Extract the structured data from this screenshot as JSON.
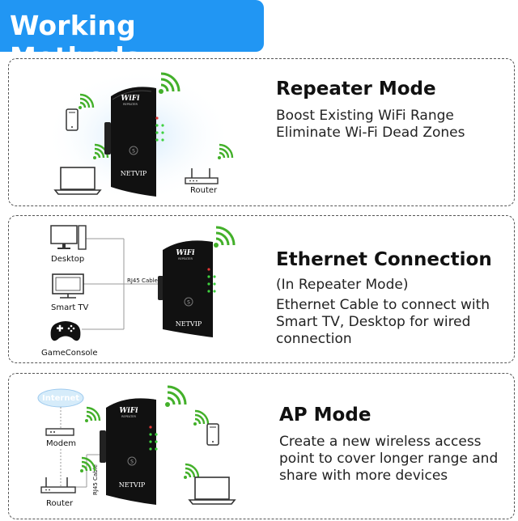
{
  "header": {
    "title": "Working Methods"
  },
  "sections": [
    {
      "title": "Repeater Mode",
      "lines": [
        "Boost Existing WiFi Range",
        "Eliminate Wi-Fi Dead Zones"
      ],
      "device_labels": {
        "router": "Router"
      }
    },
    {
      "title": "Ethernet Connection",
      "lines": [
        "(In Repeater Mode)",
        "Ethernet Cable to connect with",
        "Smart TV, Desktop for wired",
        "connection"
      ],
      "device_labels": {
        "desktop": "Desktop",
        "smart_tv": "Smart TV",
        "game_console": "GameConsole",
        "cable": "RJ45 Cable"
      }
    },
    {
      "title": "AP Mode",
      "lines": [
        "Create a new wireless access",
        "point to cover longer range and",
        "share with more devices"
      ],
      "device_labels": {
        "internet": "Internet",
        "modem": "Modem",
        "router": "Router",
        "cable": "RJ45 Cable"
      }
    }
  ],
  "device": {
    "brand": "NETVIP",
    "logo": "WiFi",
    "logo_sub": "REPEATER"
  },
  "colors": {
    "banner": "#2196f3",
    "wifi_signal": "#43b02a",
    "device_body": "#111111",
    "led": "#3fd13f",
    "led_red": "#e53935"
  }
}
